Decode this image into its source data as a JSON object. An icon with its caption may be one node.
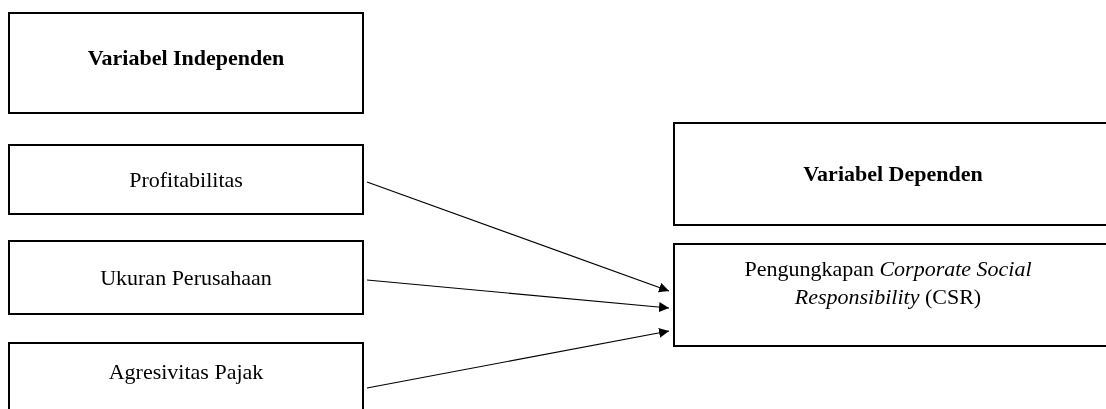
{
  "diagram": {
    "nodes": [
      {
        "text": [
          "Variabel Independen"
        ]
      },
      {
        "text": [
          "Profitabilitas"
        ]
      },
      {
        "text": [
          "Ukuran Perusahaan"
        ]
      },
      {
        "text": [
          "Agresivitas Pajak"
        ]
      },
      {
        "text": [
          "Variabel Dependen"
        ]
      },
      {
        "text": [
          "Pengungkapan *Corporate Social Responsibility* (CSR)"
        ]
      }
    ],
    "edges": [
      {
        "from": 1,
        "to": 5,
        "arrow": "to"
      },
      {
        "from": 2,
        "to": 5,
        "arrow": "to"
      },
      {
        "from": 3,
        "to": 5,
        "arrow": "to"
      }
    ]
  }
}
